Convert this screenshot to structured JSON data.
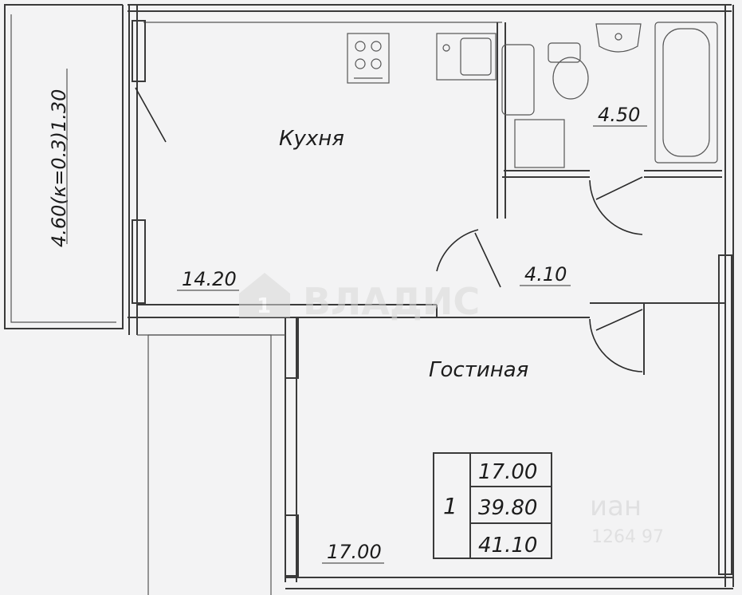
{
  "rooms": {
    "balcony_area": "4.60(к=0.3)1.30",
    "kitchen_name": "Кухня",
    "kitchen_area": "14.20",
    "bathroom_area": "4.50",
    "hall_area": "4.10",
    "living_name": "Гостиная",
    "living_area": "17.00"
  },
  "summary": {
    "rooms_count": "1",
    "living_area": "17.00",
    "total_area": "39.80",
    "total_with_balcony": "41.10"
  },
  "watermark": {
    "brand": "ВЛАДИС",
    "cian_fragment": "иан",
    "cian_number": "1264 97"
  },
  "colors": {
    "line": "#2a2a2a",
    "background": "#f3f3f4",
    "watermark": "#d8d8d8"
  }
}
